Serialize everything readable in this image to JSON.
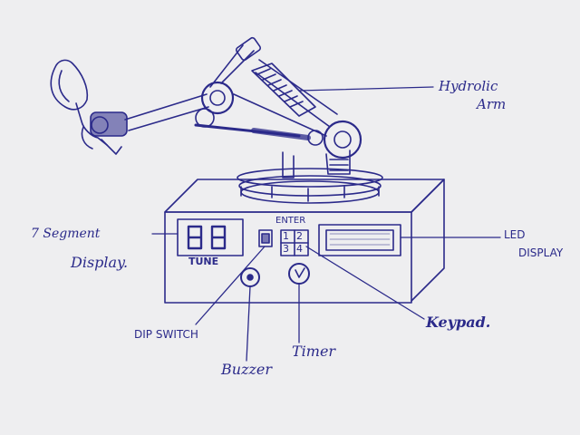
{
  "colors": {
    "ink": "#2b2a8a",
    "paper": "#eeeef0"
  },
  "labels": {
    "hydrolic_arm_line1": "Hydrolic",
    "hydrolic_arm_line2": "Arm",
    "seven_segment_line1": "7 Segment",
    "seven_segment_line2": "Display.",
    "led_display_line1": "LED",
    "led_display_line2": "DISPLAY",
    "keypad": "Keypad.",
    "dip_switch": "DIP SWITCH",
    "buzzer": "Buzzer",
    "timer": "Timer",
    "enter": "ENTER",
    "tune": "TUNE",
    "seg_digits": "88",
    "keys": [
      "1",
      "2",
      "3",
      "4"
    ]
  }
}
